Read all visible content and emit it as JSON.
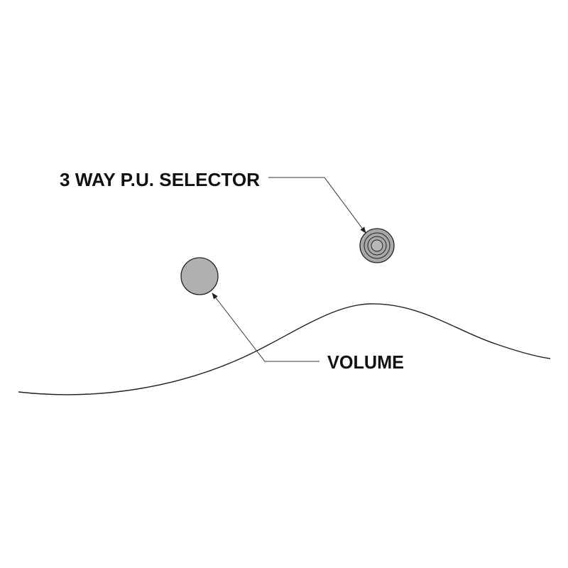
{
  "labels": {
    "selector": "3 WAY P.U. SELECTOR",
    "volume": "VOLUME"
  },
  "colors": {
    "background": "#ffffff",
    "outline": "#222222",
    "knob_fill": "#b0b0b0",
    "selector_fill": "#a8a8a8",
    "label_text": "#111111"
  },
  "components": [
    {
      "name": "3 way pickup selector",
      "shape": "concentric-circles"
    },
    {
      "name": "volume",
      "shape": "circle"
    }
  ]
}
